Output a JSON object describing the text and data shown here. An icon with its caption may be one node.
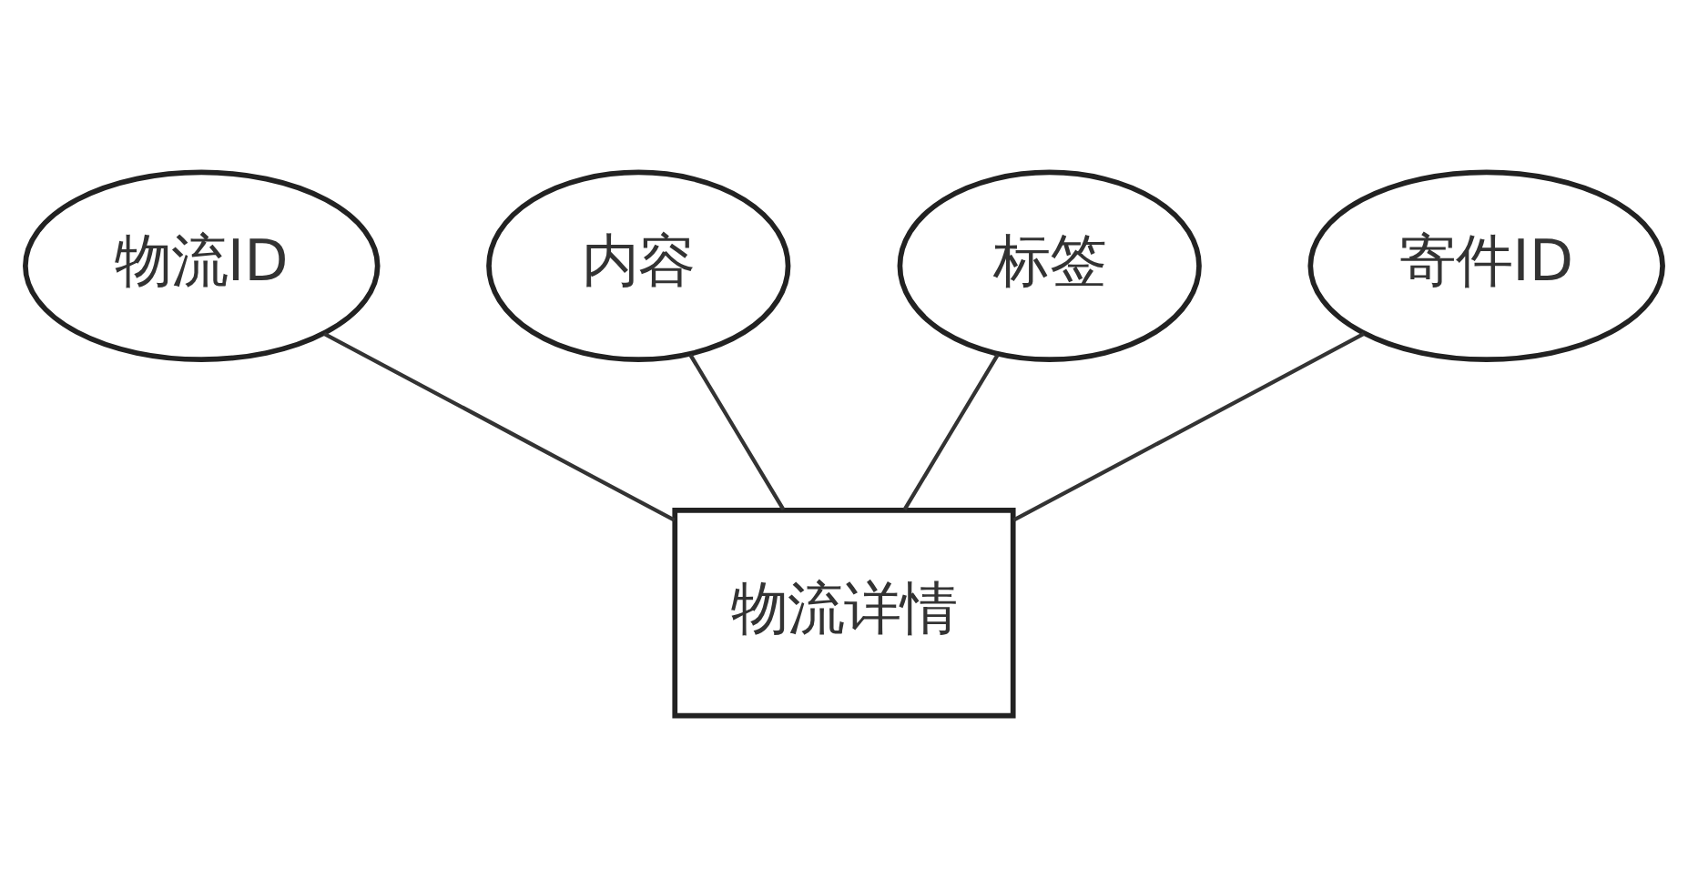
{
  "diagram": {
    "nodes": [
      {
        "text": [
          "物流ID"
        ]
      },
      {
        "text": [
          "内容"
        ]
      },
      {
        "text": [
          "标签"
        ]
      },
      {
        "text": [
          "寄件ID"
        ]
      },
      {
        "text": [
          "物流详情"
        ]
      }
    ],
    "edges": [
      {
        "from": 4,
        "to": 2,
        "arrow": "none"
      },
      {
        "from": 4,
        "to": 0,
        "arrow": "none"
      },
      {
        "from": 4,
        "to": 1,
        "arrow": "none"
      },
      {
        "from": 4,
        "to": 3,
        "arrow": "none"
      }
    ]
  }
}
